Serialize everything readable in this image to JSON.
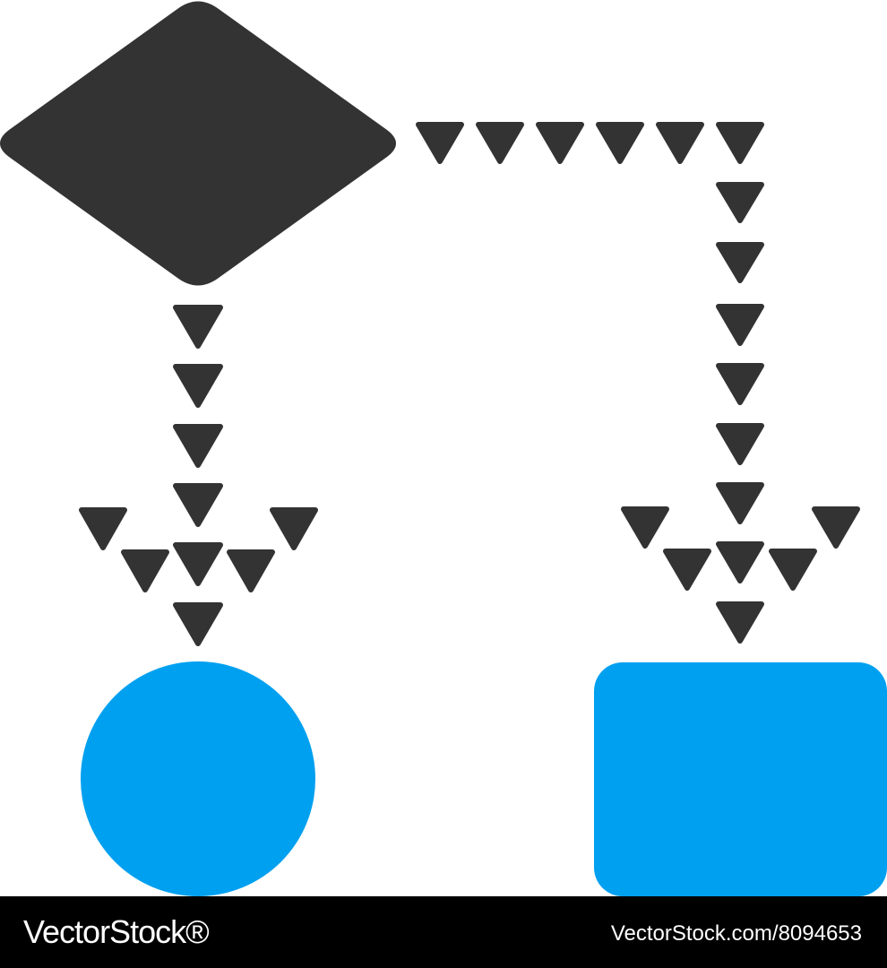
{
  "diagram": {
    "nodes": [
      {
        "id": "decision",
        "shape": "diamond",
        "color": "#333333"
      },
      {
        "id": "circle-node",
        "shape": "circle",
        "color": "#00a0f0"
      },
      {
        "id": "process-node",
        "shape": "rounded-rectangle",
        "color": "#00a0f0"
      }
    ],
    "edges": [
      {
        "from": "decision",
        "to": "circle-node",
        "style": "dotted-triangle-arrow",
        "color": "#333333"
      },
      {
        "from": "decision",
        "to": "process-node",
        "style": "dotted-triangle-arrow",
        "color": "#333333"
      }
    ],
    "icons": {
      "arrow_marker": "triangle-down-icon"
    }
  },
  "footer": {
    "logo": "VectorStock®",
    "image_id": "VectorStock.com/8094653"
  }
}
